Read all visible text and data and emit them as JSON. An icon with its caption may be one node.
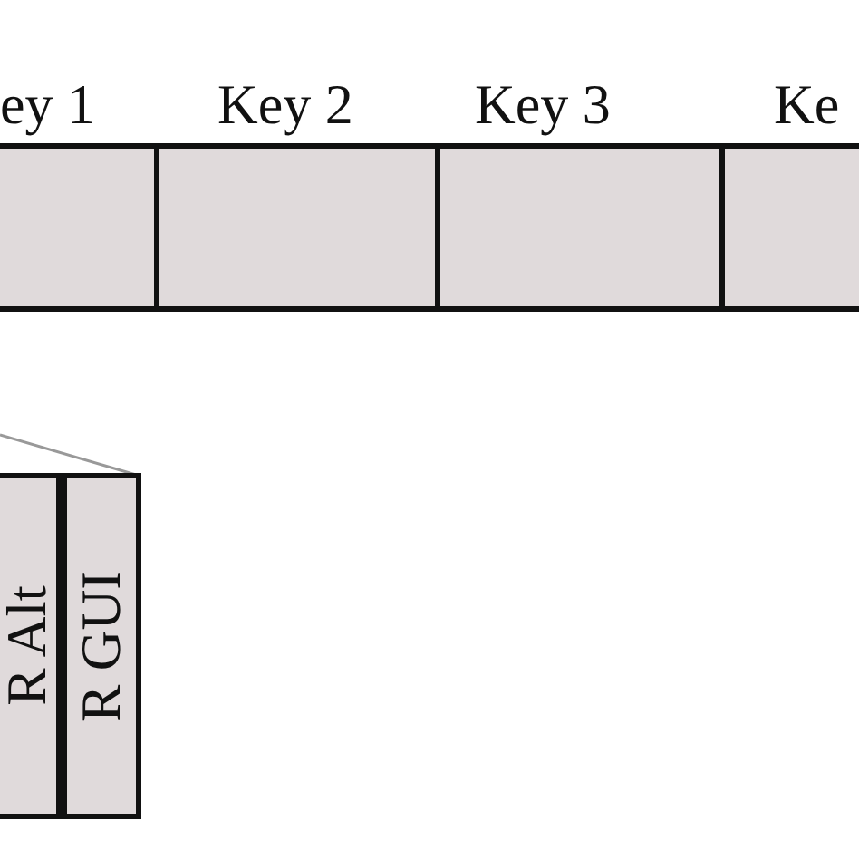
{
  "diagram": {
    "nodes": [
      {
        "text": [
          "ey 1"
        ]
      },
      {
        "text": [
          "Key 2"
        ]
      },
      {
        "text": [
          "Key 3"
        ]
      },
      {
        "text": [
          "Ke"
        ]
      },
      {
        "text": [
          "R Alt"
        ]
      },
      {
        "text": [
          "R GUI"
        ]
      }
    ],
    "edges": []
  }
}
